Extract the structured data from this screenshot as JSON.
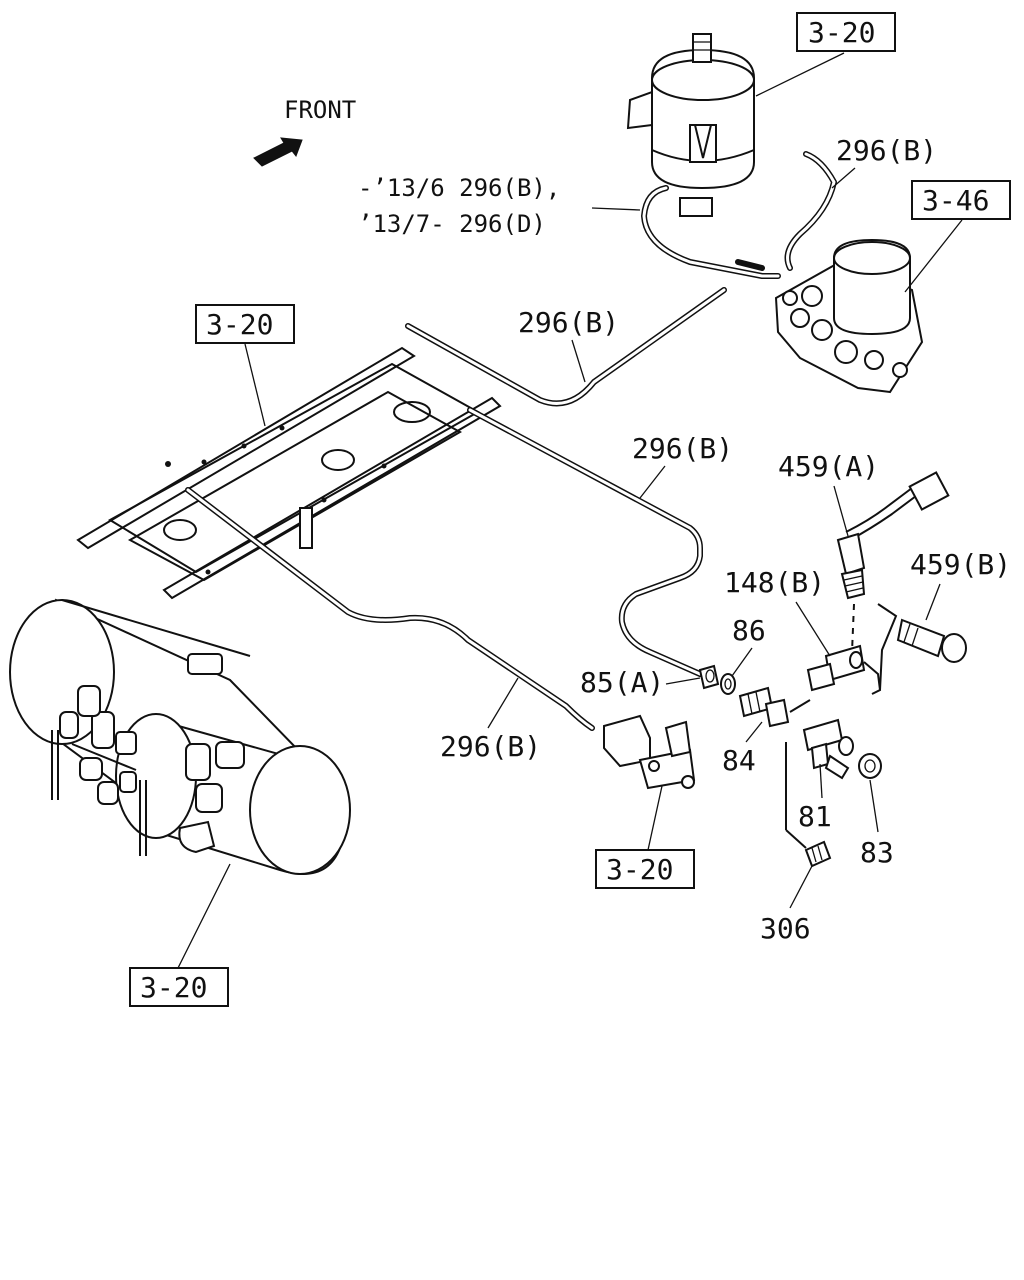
{
  "front_label": "FRONT",
  "callouts": {
    "ref_top": "3-20",
    "ref_airdryer": "3-46",
    "ref_frame": "3-20",
    "ref_valve": "3-20",
    "ref_tank": "3-20",
    "pipe_dryer_1": "-’13/6 296(B),",
    "pipe_dryer_2": "’13/7- 296(D)",
    "pipe_top_right": "296(B)",
    "pipe_mid": "296(B)",
    "pipe_right": "296(B)",
    "pipe_lower": "296(B)",
    "p459a": "459(A)",
    "p459b": "459(B)",
    "p148b": "148(B)",
    "p86": "86",
    "p85a": "85(A)",
    "p84": "84",
    "p81": "81",
    "p83": "83",
    "p306": "306"
  }
}
